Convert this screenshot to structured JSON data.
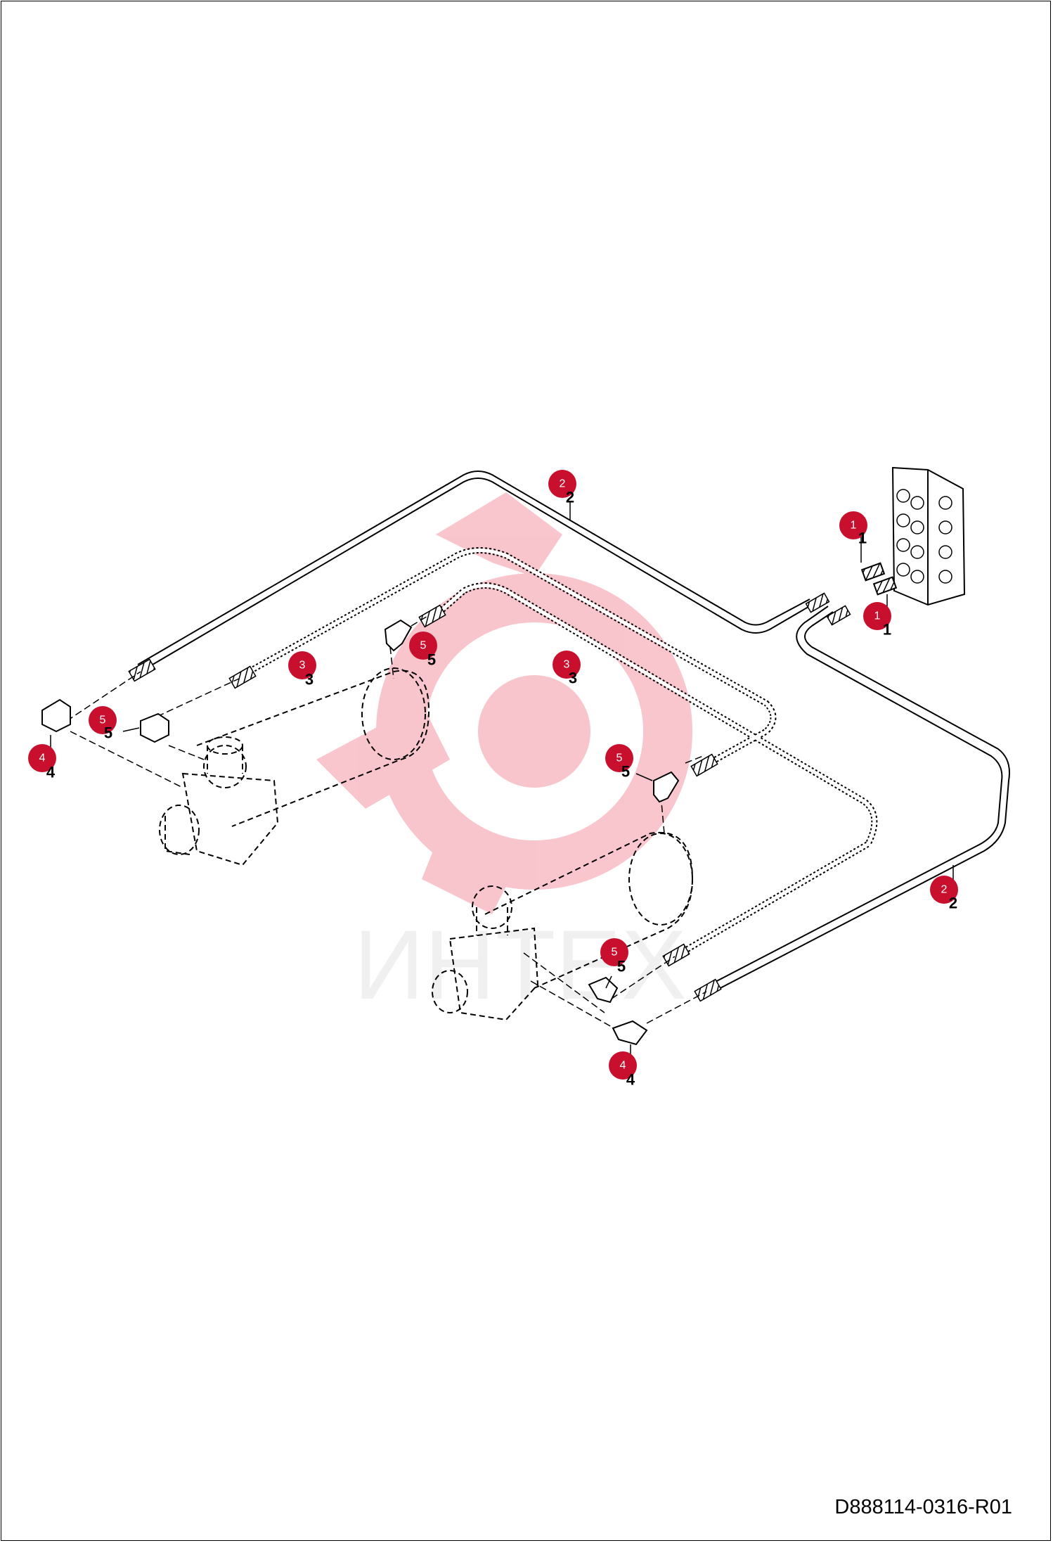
{
  "document": {
    "code": "D888114-0316-R01"
  },
  "watermark": {
    "text": "ИНТЕХ",
    "color": "#e8314a"
  },
  "colors": {
    "callout": "#c8102e",
    "line": "#000000"
  },
  "callouts": {
    "c1a": "1",
    "c1b": "1",
    "c2a": "2",
    "c2b": "2",
    "c3a": "3",
    "c3b": "3",
    "c4a": "4",
    "c4b": "4",
    "c5a": "5",
    "c5b": "5",
    "c5c": "5",
    "c5d": "5"
  }
}
